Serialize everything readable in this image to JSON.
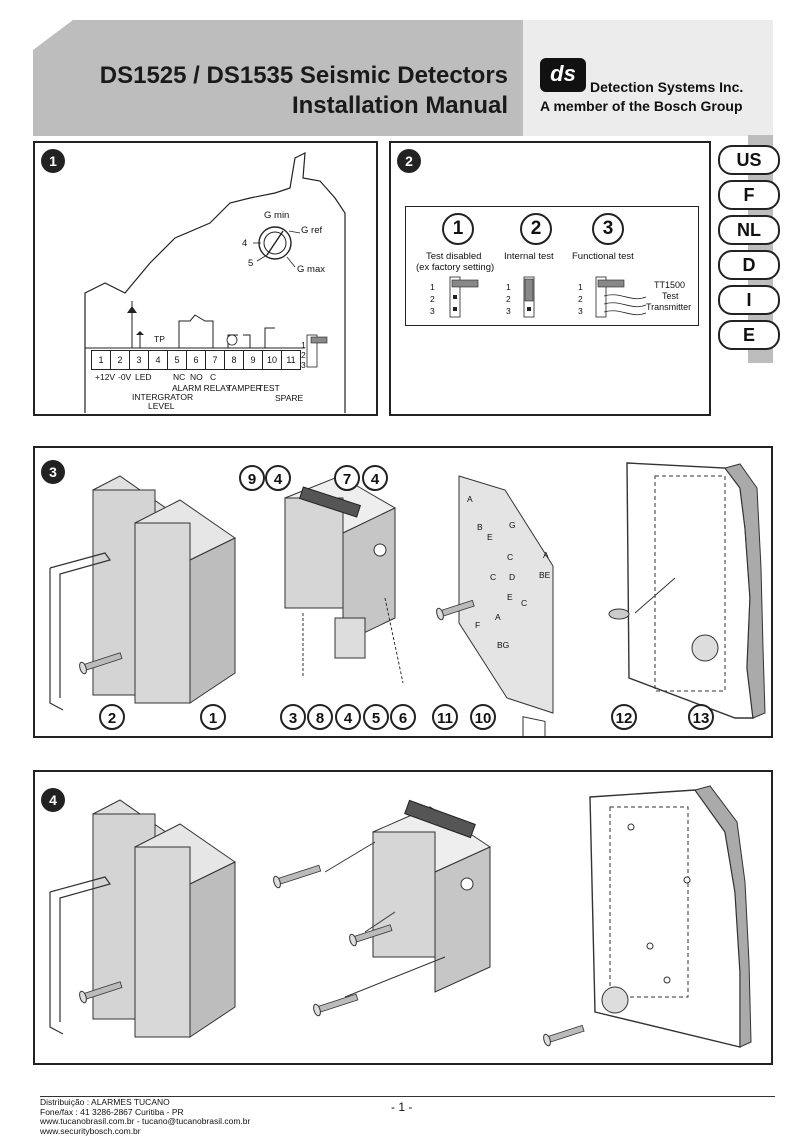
{
  "header": {
    "title_line1": "DS1525 / DS1535 Seismic Detectors",
    "title_line2": "Installation Manual",
    "logo_text": "ds",
    "company": "Detection Systems Inc.",
    "tagline": "A member of the Bosch Group"
  },
  "languages": [
    "US",
    "F",
    "NL",
    "D",
    "I",
    "E"
  ],
  "fig1": {
    "number": "1",
    "gain_labels": {
      "min": "G min",
      "ref": "G ref",
      "max": "G max",
      "n4": "4",
      "n5": "5"
    },
    "tp_label": "TP",
    "terminals": [
      "1",
      "2",
      "3",
      "4",
      "5",
      "6",
      "7",
      "8",
      "9",
      "10",
      "11"
    ],
    "jumper_pins": [
      "1",
      "2",
      "3"
    ],
    "row1": {
      "v12": "+12V",
      "v0": "-0V",
      "led": "LED",
      "nc": "NC",
      "no": "NO",
      "c": "C"
    },
    "row2": {
      "alarm_relay": "ALARM RELAY",
      "tamper": "TAMPER",
      "test": "TEST"
    },
    "integrator": "INTERGRATOR",
    "level": "LEVEL",
    "spare": "SPARE"
  },
  "fig2": {
    "number": "2",
    "options": [
      {
        "num": "1",
        "label": "Test disabled",
        "sub": "(ex factory setting)"
      },
      {
        "num": "2",
        "label": "Internal test",
        "sub": ""
      },
      {
        "num": "3",
        "label": "Functional test",
        "sub": ""
      }
    ],
    "pins": [
      "1",
      "2",
      "3"
    ],
    "transmitter": [
      "TT1500",
      "Test",
      "Transmitter"
    ]
  },
  "fig3": {
    "number": "3",
    "callouts_top": [
      "9",
      "4",
      "7",
      "4"
    ],
    "callouts_bottom": [
      "2",
      "1",
      "3",
      "8",
      "4",
      "5",
      "6",
      "11",
      "10",
      "12",
      "13"
    ],
    "plate_letters": [
      "A",
      "G",
      "B",
      "E",
      "C",
      "A",
      "BE",
      "C",
      "D",
      "E",
      "A",
      "C",
      "F",
      "BG"
    ]
  },
  "fig4": {
    "number": "4"
  },
  "footer": {
    "lines": [
      "Distribuição : ALARMES TUCANO",
      "Fone/fax : 41 3286-2867  Curitiba - PR",
      "www.tucanobrasil.com.br - tucano@tucanobrasil.com.br",
      "www.securitybosch.com.br"
    ],
    "page": "- 1 -"
  }
}
